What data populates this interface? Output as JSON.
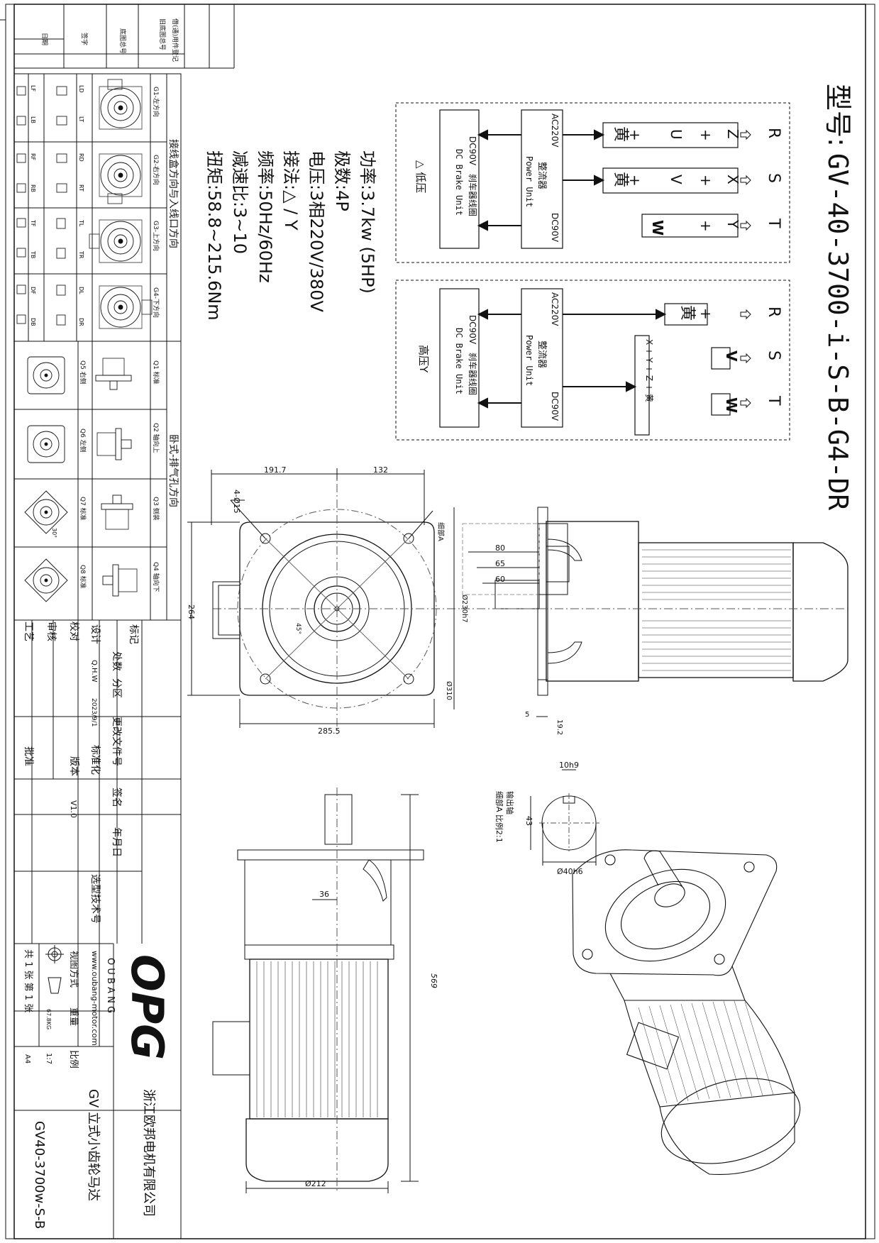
{
  "model": {
    "label": "型号:",
    "code": "GV-40-3700-i-S-B-G4-DR"
  },
  "specs": {
    "power": "功率:3.7kw (5HP)",
    "poles": "极数:4P",
    "voltage": "电压:3相220V/380V",
    "connection": "接法:△ / Y",
    "frequency": "频率:50Hz/60Hz",
    "ratio": "减速比:3~10",
    "torque": "扭矩:58.8~215.6Nm"
  },
  "wiring": {
    "low": {
      "caption": "△ 低压",
      "terminals": [
        "R",
        "S",
        "T"
      ],
      "rows": [
        {
          "c1": "Z",
          "c2": "+",
          "c3": "U",
          "c4": "+",
          "c5": "黄"
        },
        {
          "c1": "X",
          "c2": "+",
          "c3": "V",
          "c4": "+",
          "c5": "黄"
        },
        {
          "c1": "Y",
          "c2": "+",
          "c3": "W"
        }
      ]
    },
    "high": {
      "caption": "高压Y",
      "terminals": [
        "R",
        "S",
        "T"
      ],
      "r_plus": "+",
      "r_yellow": "黄",
      "s_box": "V",
      "t_box": "W",
      "star": "X + Y + Z + 黄"
    },
    "rectifier": {
      "ac": "AC220V",
      "name": "整流器",
      "en": "Power Unit",
      "dc": "DC90V"
    },
    "brake": {
      "dc": "DC90V",
      "name": "刹车器线圈",
      "en": "DC Brake Unit"
    }
  },
  "dimensions": {
    "front": {
      "w1": "191.7",
      "w2": "132",
      "holes": "4-Ø15",
      "height": "264",
      "angle": "45°",
      "width": "285.5"
    },
    "side": {
      "l80": "80",
      "l65": "65",
      "l60": "60",
      "pilot": "Ø230h7",
      "flange": "Ø310",
      "t5": "5",
      "t192": "19.2",
      "detail": "细部A"
    },
    "shaft": {
      "key": "10h9",
      "depth": "43",
      "dia": "Ø40h6",
      "title": "输出轴",
      "scale": "细部A 比例2:1"
    },
    "elevation": {
      "d36": "36",
      "length": "569",
      "body": "Ø212"
    }
  },
  "topleft": {
    "cols": [
      {
        "a": "借(通)用件登记",
        "b": "旧底图总号"
      },
      {
        "a": "底图总号",
        "b": ""
      },
      {
        "a": "签字",
        "b": ""
      },
      {
        "a": "日期",
        "b": ""
      }
    ]
  },
  "orientation": {
    "box_title": "接线盒方向与入线口方向",
    "groups": [
      {
        "label": "G1-左方向",
        "tags": [
          "LD",
          "LT",
          "LF",
          "LB"
        ]
      },
      {
        "label": "G2-右方向",
        "tags": [
          "RD",
          "RT",
          "RF",
          "RB"
        ]
      },
      {
        "label": "G3-上方向",
        "tags": [
          "TL",
          "TR",
          "TF",
          "TB"
        ]
      },
      {
        "label": "G4-下方向",
        "tags": [
          "DL",
          "DR",
          "DF",
          "DB"
        ]
      }
    ],
    "exhaust_title": "卧式-排气孔方向",
    "mounts": [
      {
        "q": "Q1 标准",
        "o": "Q5 右侧"
      },
      {
        "q": "Q2 轴向上",
        "o": "Q6 左侧"
      },
      {
        "q": "Q3 侧装",
        "o": "Q7 标准"
      },
      {
        "q": "Q4 轴向下",
        "o": "Q8 标准"
      }
    ],
    "angle": "30°"
  },
  "title_block": {
    "headers": [
      "标记",
      "处数",
      "分区",
      "更改文件号",
      "签名",
      "年月日"
    ],
    "design_label": "设计",
    "designer": "Q.H.W",
    "date": "2023/9/1",
    "standardize_label": "标准化",
    "check_label": "校对",
    "version_label": "版本",
    "version": "V1.0",
    "review_label": "审核",
    "process_label": "工艺",
    "approve_label": "批准",
    "selection_label": "选型技术号",
    "logo": "OPG",
    "brand": "O U B A N G",
    "website": "www.oubang-motor.com",
    "projection_label": "视图方式",
    "weight_label": "重量",
    "weight": "67.8KG",
    "scale_label": "比例",
    "scale": "1:7",
    "sheets": "共 1 张 第 1 张",
    "paper": "A4",
    "company": "浙江欧邦电机有限公司",
    "product": "GV 立式小齿轮马达",
    "drawing_no": "GV40-3700w-S-B"
  }
}
